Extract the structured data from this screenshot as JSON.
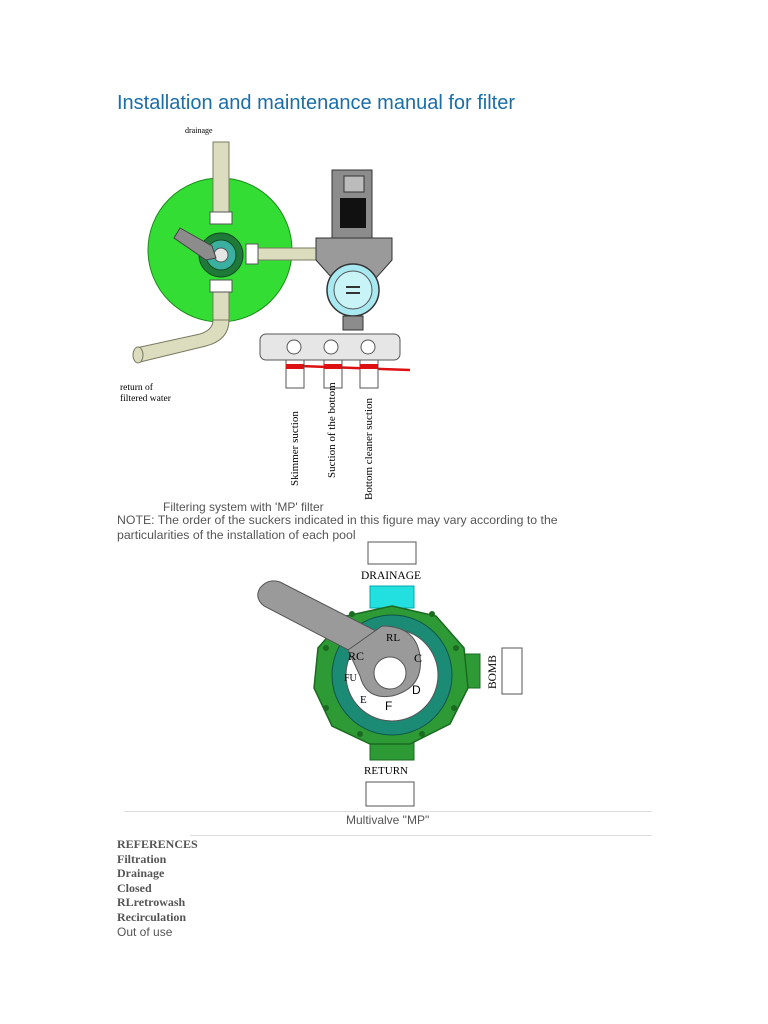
{
  "page": {
    "title": "Installation and maintenance manual for filter"
  },
  "figure1": {
    "labels": {
      "drainage": "drainage",
      "return_line1": "return of",
      "return_line2": "filtered water",
      "skimmer": "Skimmer suction",
      "bottom": "Suction of the bottom",
      "cleaner": "Bottom cleaner suction"
    },
    "caption": "Filtering system with 'MP' filter",
    "colors": {
      "filter_body": "#33dd33",
      "pipe": "#dcdcbe",
      "valve_green": "#1f7a3a",
      "pump_grey": "#8c8c8c",
      "gauge_blue": "#a8e8f0",
      "red_pipe": "#dd1111"
    }
  },
  "note": "NOTE: The order of the suckers indicated in this figure may vary according to the particularities of the installation of each pool",
  "figure2": {
    "labels": {
      "drainage": "DRAINAGE",
      "bomb": "BOMB",
      "return": "RETURN",
      "rl": "RL",
      "rc": "RC",
      "c": "C",
      "fu": "FU",
      "d": "D",
      "e": "E",
      "f": "F"
    },
    "caption": "Multivalve \"MP\"",
    "colors": {
      "ring_green": "#2e9a36",
      "inner_teal": "#1c8b76",
      "cyan": "#22e0e0",
      "handle_grey": "#9a9a9a"
    }
  },
  "references": {
    "heading": "REFERENCES",
    "items": [
      "Filtration",
      "Drainage",
      "Closed",
      "RLretrowash",
      "Recirculation",
      "Out of use"
    ]
  }
}
